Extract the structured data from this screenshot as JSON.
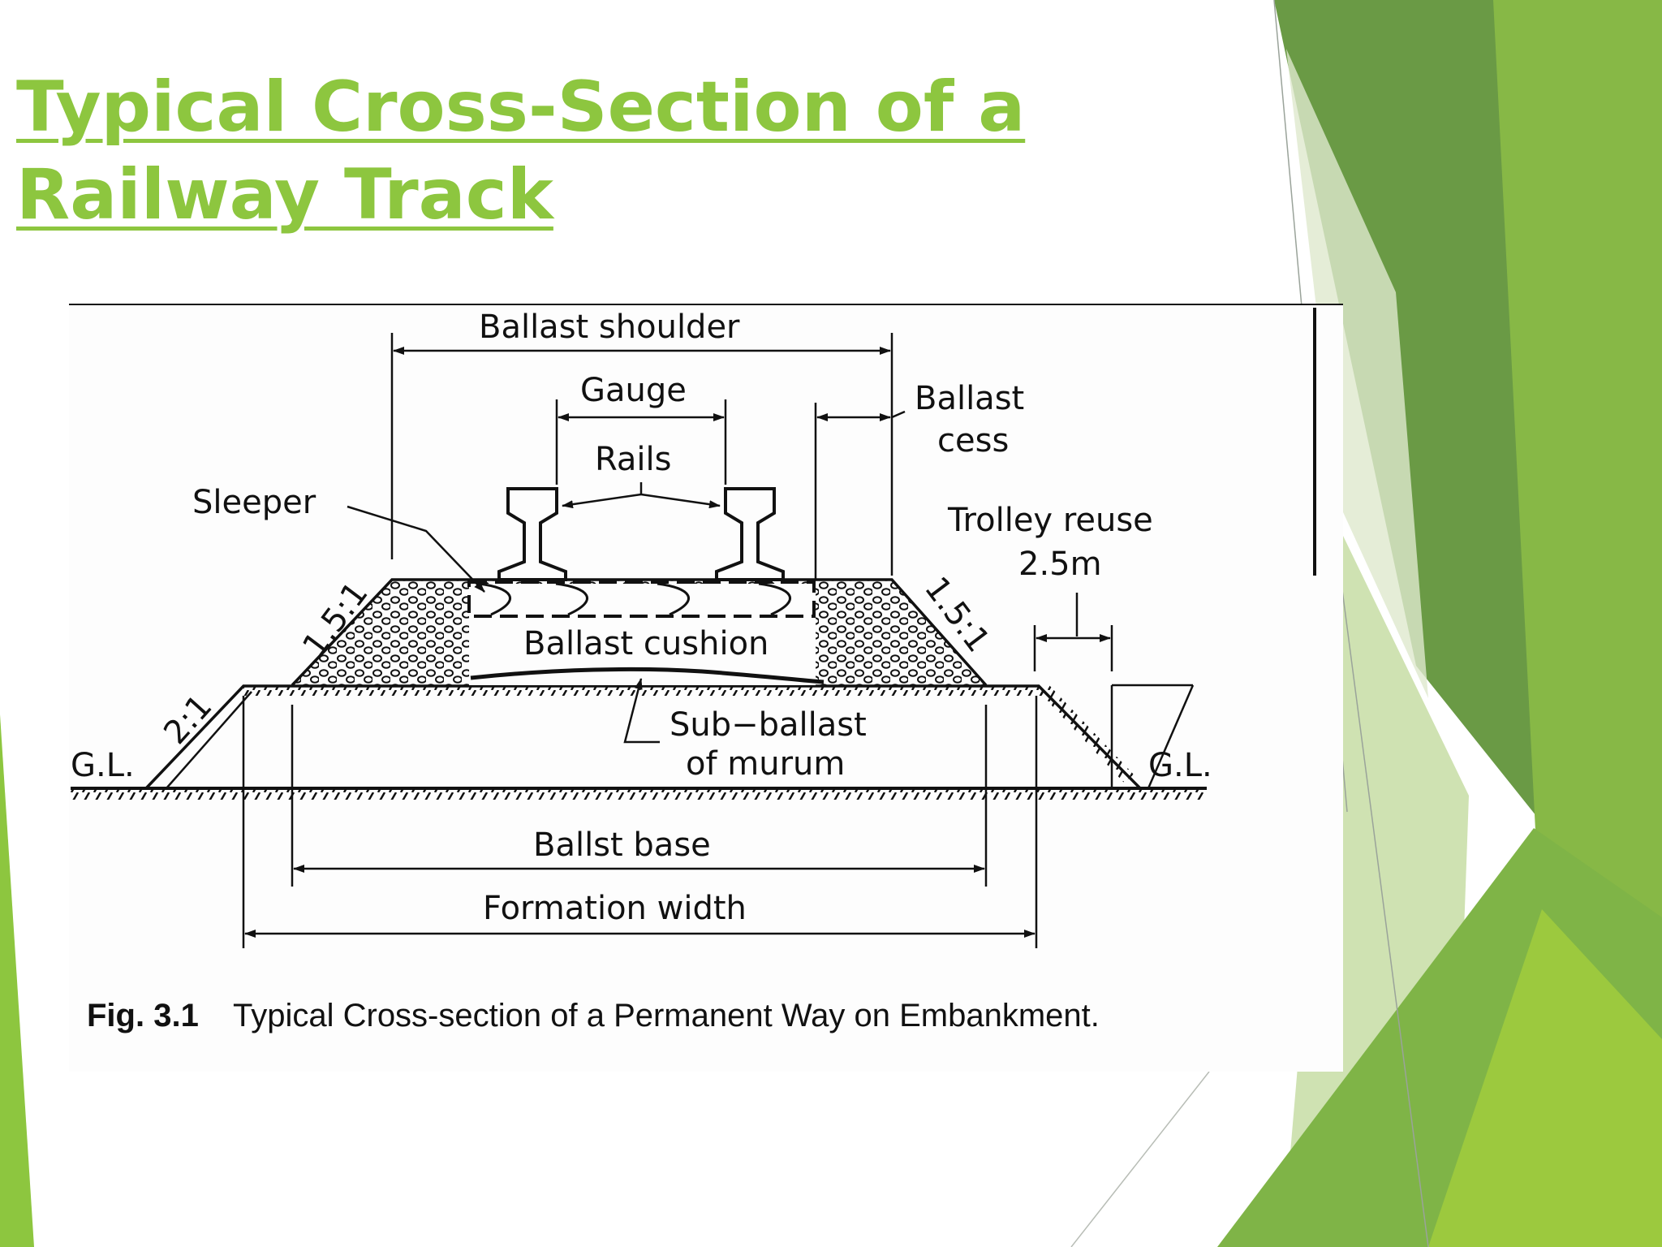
{
  "slide": {
    "title": "Typical Cross-Section of a Railway Track",
    "accent_color": "#8dc63f"
  },
  "figure": {
    "labels": {
      "ballast_shoulder": "Ballast shoulder",
      "gauge": "Gauge",
      "rails": "Rails",
      "ballast_cess_1": "Ballast",
      "ballast_cess_2": "cess",
      "sleeper": "Sleeper",
      "trolley_reuse": "Trolley reuse",
      "trolley_width": "2.5m",
      "slope_left_ballast": "1.5:1",
      "slope_right_ballast": "1.5:1",
      "slope_embankment": "2:1",
      "ballast_cushion": "Ballast cushion",
      "sub_ballast_1": "Sub−ballast",
      "sub_ballast_2": "of murum",
      "gl_left": "G.L.",
      "gl_right": "G.L.",
      "ballast_base": "Ballst base",
      "formation_width": "Formation width"
    },
    "caption_number": "Fig. 3.1",
    "caption_text": "Typical Cross-section of a Permanent Way on Embankment."
  }
}
